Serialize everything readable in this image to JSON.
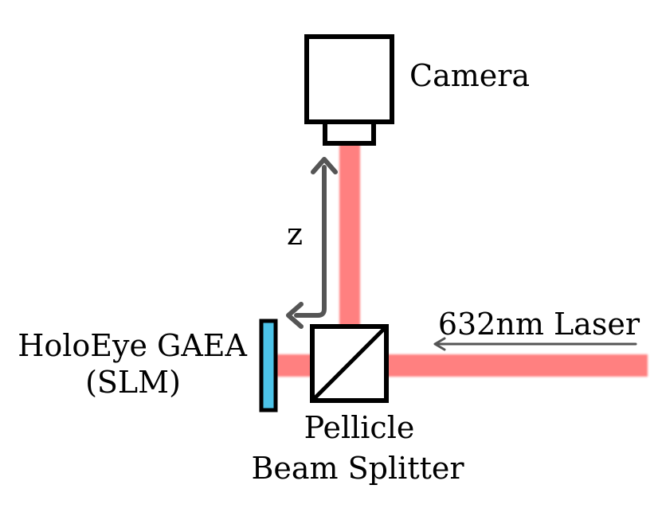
{
  "diagram": {
    "labels": {
      "camera": "Camera",
      "slm_line1": "HoloEye GAEA",
      "slm_line2": "(SLM)",
      "splitter_line1": "Pellicle",
      "splitter_line2": "Beam Splitter",
      "laser": "632nm Laser",
      "distance": "z"
    },
    "colors": {
      "beam": "#ff8080",
      "slm": "#4cc3e8",
      "outline": "#000000",
      "arrow": "#555555",
      "background": "#ffffff"
    }
  }
}
